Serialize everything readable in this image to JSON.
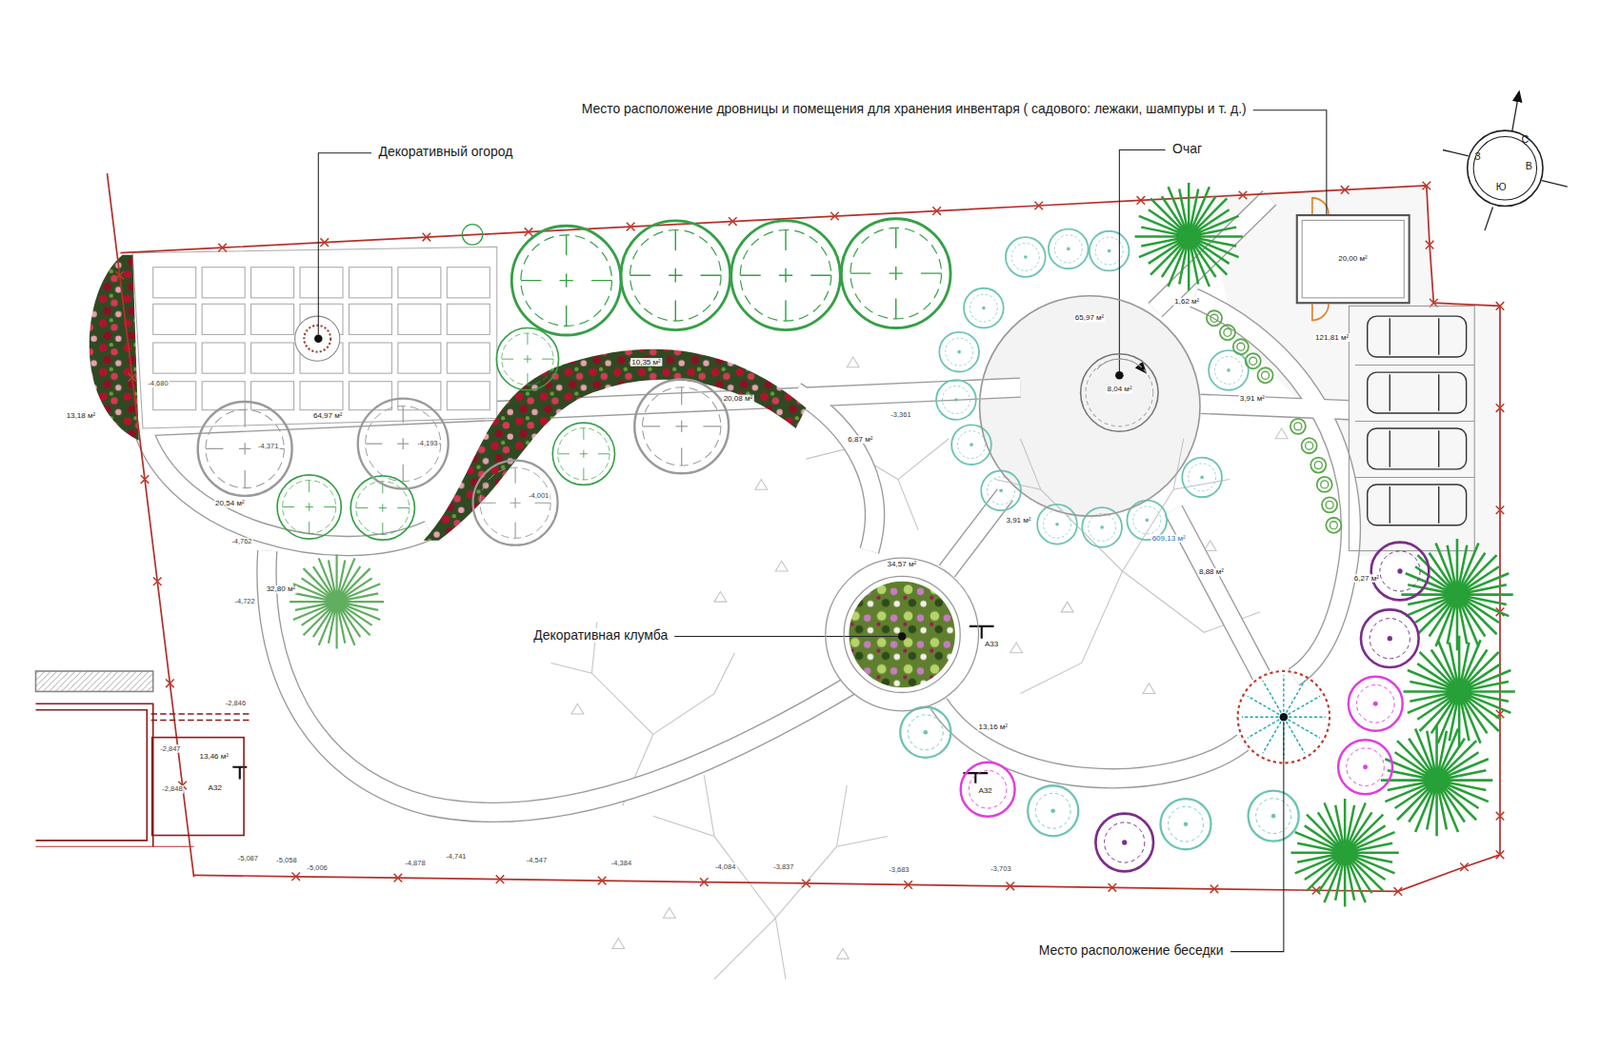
{
  "diagram": {
    "nodes": [
      {
        "text": [
          "20,00 м²"
        ]
      },
      {
        "text": [
          "65,97 м²"
        ]
      },
      {
        "text": [
          "8,04 м²"
        ],
        "in": 1
      },
      {
        "text": [
          "34,57 м²"
        ]
      },
      {
        "text": [
          "13,46 м²"
        ]
      }
    ],
    "labels": [
      "Место расположение дровницы и помещения для хранения инвентаря ( садового: лежаки, шампуры и т. д.)",
      "Декоративный огород",
      "Очаг",
      "С",
      "З",
      "В",
      "Ю",
      "121,81 м²",
      "1,62 м²",
      "3,91 м²",
      "10,35 м²",
      "20,08 м²",
      "-4,680",
      "13,18 м²",
      "64,97 м²",
      "6,87 м²",
      "-3,361",
      "-4,371",
      "-4,193",
      "20,54 м²",
      "-4,001",
      "3,91 м²",
      "609,13 м²",
      "-4,762",
      "8,88 м²",
      "6,27 м²",
      "32,80 м²",
      "-4,722",
      "Декоративная клумба",
      "A33",
      "-2,846",
      "13,16 м²",
      "-2,847",
      "A32",
      "-2,848",
      "A32",
      "-5,087",
      "-5,058",
      "-5,006",
      "-4,878",
      "-4,741",
      "-4,547",
      "-4,384",
      "-4,084",
      "-3,837",
      "-3,683",
      "-3,703",
      "Место расположение беседки"
    ]
  }
}
